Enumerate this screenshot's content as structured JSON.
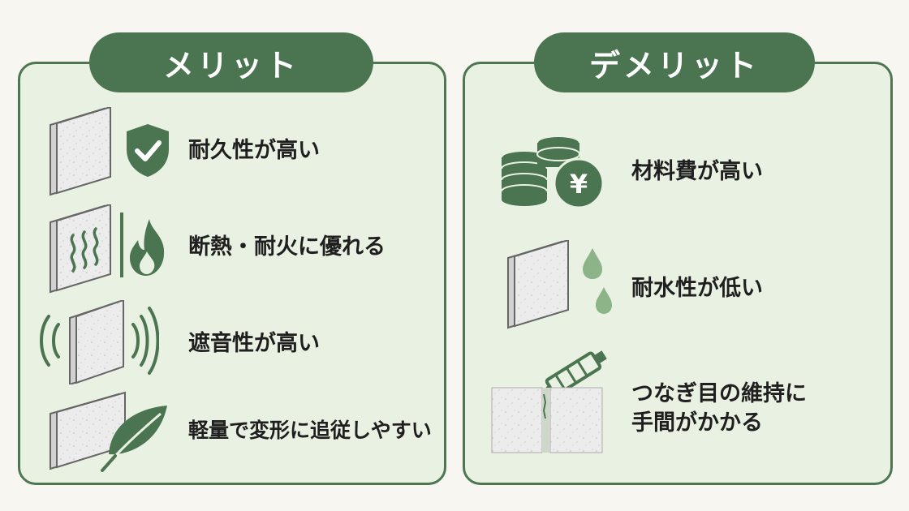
{
  "merit": {
    "title": "メリット",
    "items": [
      {
        "label": "耐久性が高い",
        "icon": "shield-check-icon"
      },
      {
        "label": "断熱・耐火に優れる",
        "icon": "heat-and-flame-icon"
      },
      {
        "label": "遮音性が高い",
        "icon": "sound-waves-icon"
      },
      {
        "label": "軽量で変形に追従しやすい",
        "icon": "leaf-icon"
      }
    ]
  },
  "demerit": {
    "title": "デメリット",
    "items": [
      {
        "label": "材料費が高い",
        "icon": "yen-coins-icon"
      },
      {
        "label": "耐水性が低い",
        "icon": "water-drops-icon"
      },
      {
        "label_line1": "つなぎ目の維持に",
        "label_line2": "手間がかかる",
        "icon": "caulking-gun-icon"
      }
    ]
  },
  "colors": {
    "accent": "#4b7551",
    "panel_bg": "#e9f1e3",
    "page_bg": "#f7f6f0",
    "board": "#eceeed"
  }
}
